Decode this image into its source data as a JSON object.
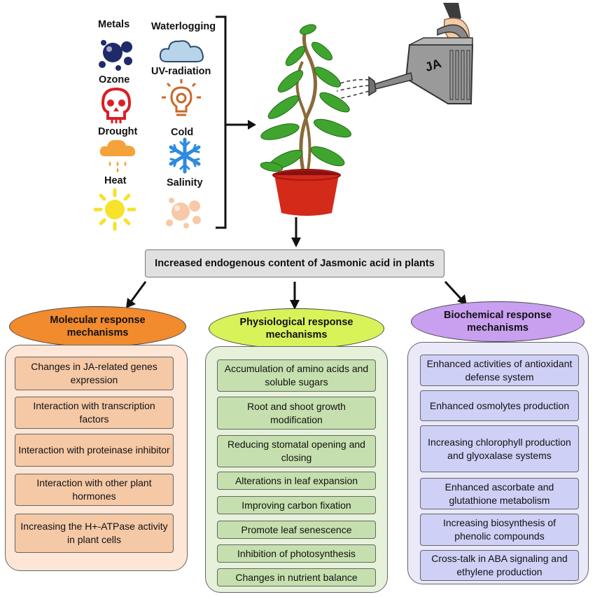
{
  "stressors": {
    "metals": "Metals",
    "ozone": "Ozone",
    "drought": "Drought",
    "heat": "Heat",
    "waterlogging": "Waterlogging",
    "uv": "UV-radiation",
    "cold": "Cold",
    "salinity": "Salinity"
  },
  "watering_can_label": "JA",
  "central_box": "Increased endogenous content of Jasmonic acid in plants",
  "columns": {
    "molecular": {
      "title": "Molecular response mechanisms",
      "color": "#f28a2e",
      "items": [
        "Changes in JA-related genes expression",
        "Interaction with transcription factors",
        "Interaction with proteinase inhibitor",
        "Interaction with other plant hormones",
        "Increasing the H+-ATPase activity in plant cells"
      ]
    },
    "physiological": {
      "title": "Physiological response mechanisms",
      "color": "#d8f25a",
      "items": [
        "Accumulation of amino acids and soluble sugars",
        "Root and shoot growth modification",
        "Reducing stomatal opening and closing",
        "Alterations in leaf expansion",
        "Improving carbon fixation",
        "Promote leaf senescence",
        "Inhibition of photosynthesis",
        "Changes in nutrient balance"
      ]
    },
    "biochemical": {
      "title": "Biochemical response mechanisms",
      "color": "#c99ff0",
      "items": [
        "Enhanced activities of antioxidant defense system",
        "Enhanced osmolytes production",
        "Increasing chlorophyll production and glyoxalase systems",
        "Enhanced ascorbate and glutathione metabolism",
        "Increasing biosynthesis of phenolic compounds",
        "Cross-talk in ABA signaling and ethylene production"
      ]
    }
  }
}
